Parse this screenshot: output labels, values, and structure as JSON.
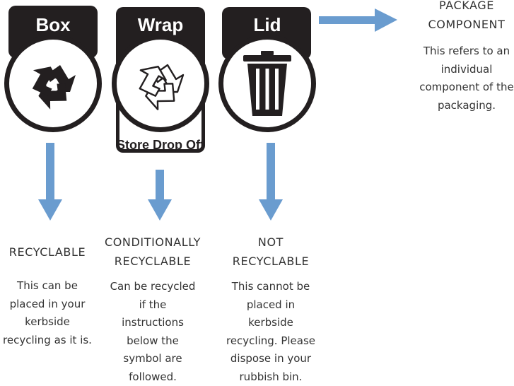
{
  "labels": {
    "box": {
      "title": "Box"
    },
    "wrap": {
      "title": "Wrap",
      "subtitle": "Store Drop Off"
    },
    "lid": {
      "title": "Lid"
    }
  },
  "package_component": {
    "heading_line1": "PACKAGE",
    "heading_line2": "COMPONENT",
    "desc_lines": [
      "This refers to an",
      "individual",
      "component of the",
      "packaging."
    ]
  },
  "recyclable": {
    "heading_line1": "RECYCLABLE",
    "desc_lines": [
      "This can be",
      "placed in your",
      "kerbside",
      "recycling as it is."
    ]
  },
  "conditional": {
    "heading_line1": "CONDITIONALLY",
    "heading_line2": "RECYCLABLE",
    "desc_lines": [
      "Can be recycled",
      "if the",
      "instructions",
      "below the",
      "symbol are",
      "followed."
    ]
  },
  "not_recyclable": {
    "heading_line1": "NOT",
    "heading_line2": "RECYCLABLE",
    "desc_lines": [
      "This cannot be",
      "placed in",
      "kerbside",
      "recycling. Please",
      "dispose in your",
      "rubbish bin."
    ]
  },
  "colors": {
    "label_dark": "#231f20",
    "arrow_blue": "#6a9ccf",
    "text": "#333333"
  },
  "icons": {
    "box": "recycle-solid-icon",
    "wrap": "recycle-outline-icon",
    "lid": "trash-bin-icon"
  }
}
